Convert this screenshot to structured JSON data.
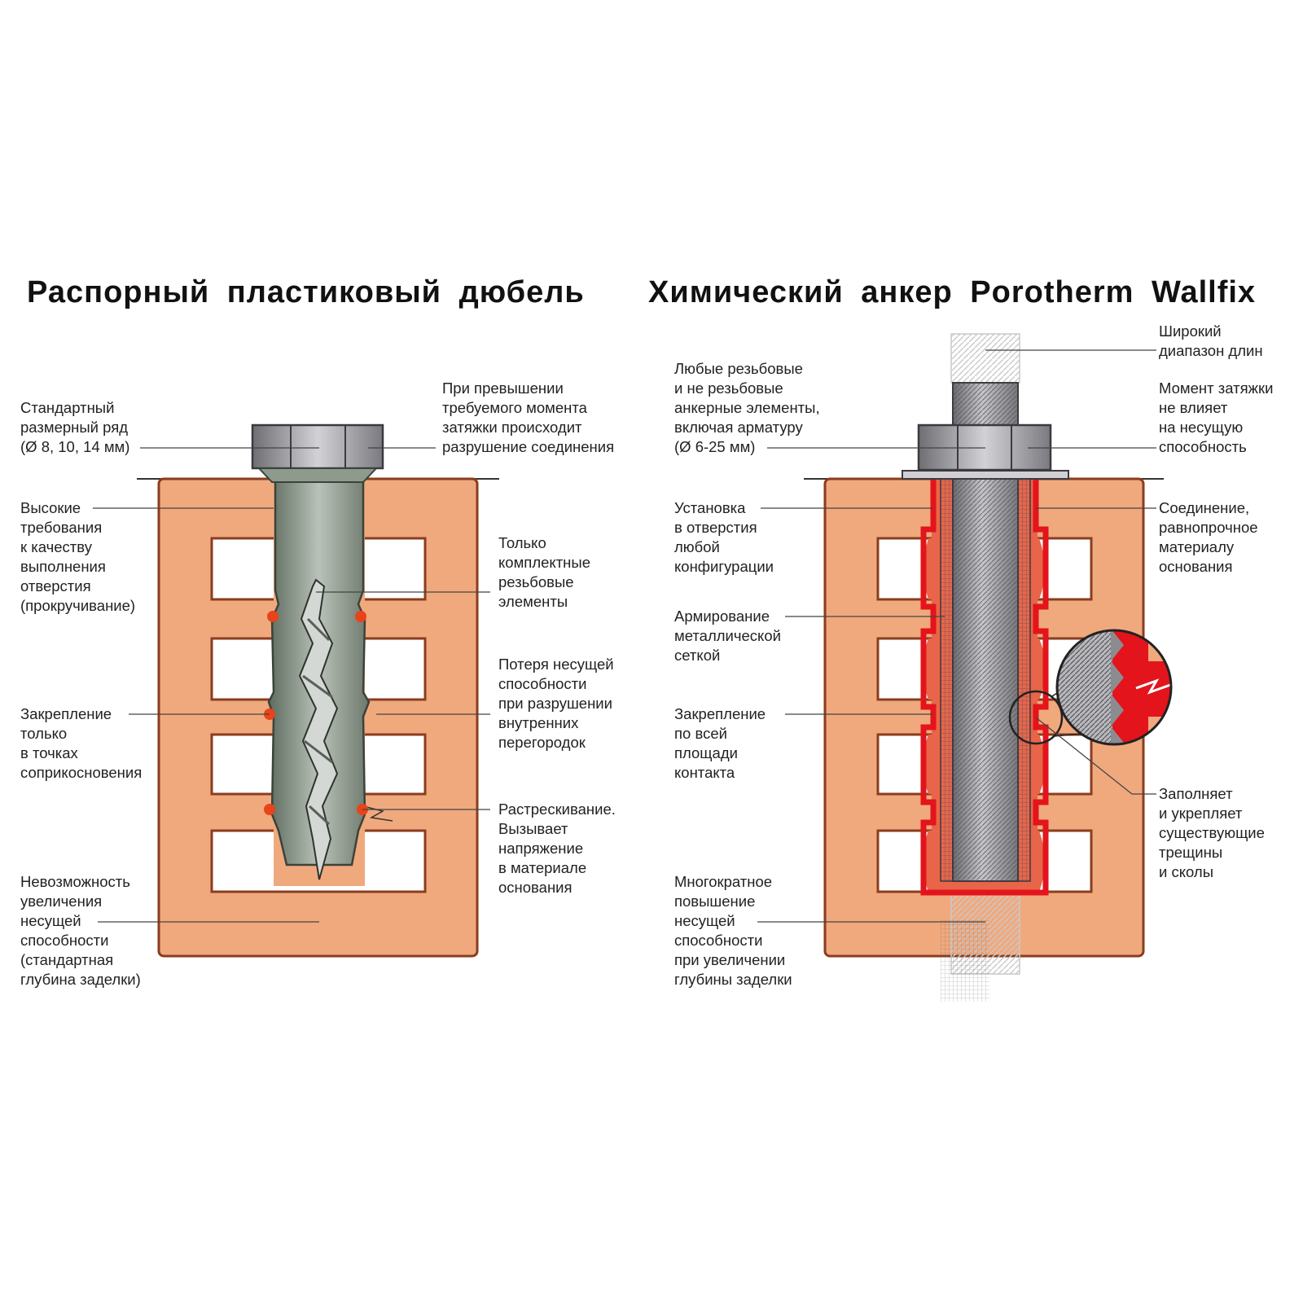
{
  "titles": {
    "left": "Распорный пластиковый дюбель",
    "right": "Химический анкер Porotherm Wallfix"
  },
  "colors": {
    "brick": "#f0a97d",
    "brick_outline": "#8a3d1f",
    "mortar": "#e8654a",
    "resin_line": "#e3141b",
    "contact_dot": "#e8431a",
    "dowel": "#9aa59a",
    "steel": "#a9a9ad"
  },
  "left_labels": [
    {
      "id": "standard-range",
      "lines": [
        "Стандартный",
        "размерный ряд",
        "(Ø 8, 10, 14 мм)"
      ]
    },
    {
      "id": "high-requirements",
      "lines": [
        "Высокие",
        "требования",
        "к качеству",
        "выполнения",
        "отверстия",
        "(прокручивание)"
      ]
    },
    {
      "id": "point-fixing",
      "lines": [
        "Закрепление",
        "только",
        "в точках",
        "соприкосновения"
      ]
    },
    {
      "id": "no-capacity-increase",
      "lines": [
        "Невозможность",
        "увеличения",
        "несущей",
        "способности",
        "(стандартная",
        "глубина заделки)"
      ]
    },
    {
      "id": "torque-failure",
      "lines": [
        "При превышении",
        "требуемого момента",
        "затяжки происходит",
        "разрушение соединения"
      ]
    },
    {
      "id": "complete-elements",
      "lines": [
        "Только",
        "комплектные",
        "резьбовые",
        "элементы"
      ]
    },
    {
      "id": "capacity-loss",
      "lines": [
        "Потеря несущей",
        "способности",
        "при разрушении",
        "внутренних",
        "перегородок"
      ]
    },
    {
      "id": "cracking",
      "lines": [
        "Растрескивание.",
        "Вызывает",
        "напряжение",
        "в материале",
        "основания"
      ]
    }
  ],
  "right_labels": [
    {
      "id": "any-elements",
      "lines": [
        "Любые резьбовые",
        "и не резьбовые",
        "анкерные элементы,",
        "включая арматуру",
        "(Ø 6-25 мм)"
      ]
    },
    {
      "id": "any-hole",
      "lines": [
        "Установка",
        "в отверстия",
        "любой",
        "конфигурации"
      ]
    },
    {
      "id": "mesh-reinforcement",
      "lines": [
        "Армирование",
        "металлической",
        "сеткой"
      ]
    },
    {
      "id": "full-contact",
      "lines": [
        "Закрепление",
        "по всей",
        "площади",
        "контакта"
      ]
    },
    {
      "id": "multiple-increase",
      "lines": [
        "Многократное",
        "повышение",
        "несущей",
        "способности",
        "при увеличении",
        "глубины заделки"
      ]
    },
    {
      "id": "length-range",
      "lines": [
        "Широкий",
        "диапазон длин"
      ]
    },
    {
      "id": "torque-no-effect",
      "lines": [
        "Момент затяжки",
        "не влияет",
        "на несущую",
        "способность"
      ]
    },
    {
      "id": "equal-strength",
      "lines": [
        "Соединение,",
        "равнопрочное",
        "материалу",
        "основания"
      ]
    },
    {
      "id": "fills-cracks",
      "lines": [
        "Заполняет",
        "и укрепляет",
        "существующие",
        "трещины",
        "и сколы"
      ]
    }
  ]
}
